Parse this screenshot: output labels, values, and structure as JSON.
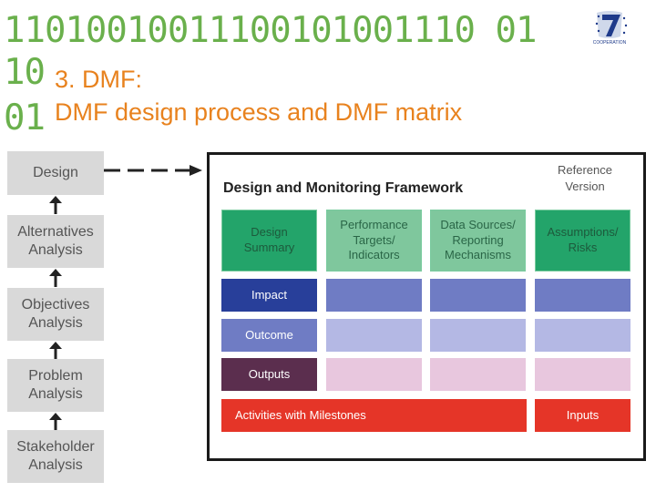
{
  "header": {
    "binary_lines": [
      "11010010011100101001110 01",
      "10",
      "01"
    ],
    "title_line1": "3. DMF:",
    "title_line2": "DMF design process and DMF matrix",
    "logo_caption": "COOPERATION"
  },
  "process_steps": [
    {
      "lines": [
        "Design"
      ]
    },
    {
      "lines": [
        "Alternatives",
        "Analysis"
      ]
    },
    {
      "lines": [
        "Objectives",
        "Analysis"
      ]
    },
    {
      "lines": [
        "Problem",
        "Analysis"
      ]
    },
    {
      "lines": [
        "Stakeholder",
        "Analysis"
      ]
    }
  ],
  "framework": {
    "title": "Design and Monitoring Framework",
    "reference_lines": [
      "Reference",
      "Version"
    ],
    "columns": [
      {
        "lines": [
          "Design",
          "Summary"
        ]
      },
      {
        "lines": [
          "Performance",
          "Targets/",
          "Indicators"
        ]
      },
      {
        "lines": [
          "Data Sources/",
          "Reporting",
          "Mechanisms"
        ]
      },
      {
        "lines": [
          "Assumptions/",
          "Risks"
        ]
      }
    ],
    "rows": [
      {
        "label": "Impact"
      },
      {
        "label": "Outcome"
      },
      {
        "label": "Outputs"
      }
    ],
    "activities_label": "Activities with Milestones",
    "inputs_label": "Inputs"
  },
  "colors": {
    "binary": "#6ab04c",
    "title": "#e8821e",
    "header_green": "#23a46a",
    "impact": "#283f9a",
    "outcome": "#6f7cc4",
    "outputs": "#5b2e4e",
    "activities": "#e53528"
  }
}
